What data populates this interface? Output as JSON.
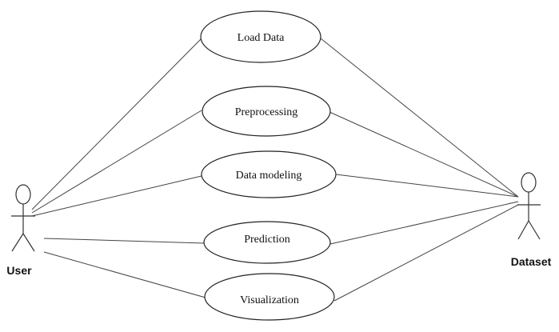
{
  "actors": {
    "user": {
      "label": "User"
    },
    "dataset": {
      "label": "Dataset"
    }
  },
  "use_cases": [
    {
      "label": "Load Data"
    },
    {
      "label": "Preprocessing"
    },
    {
      "label": "Data modeling"
    },
    {
      "label": "Prediction"
    },
    {
      "label": "Visualization"
    }
  ]
}
